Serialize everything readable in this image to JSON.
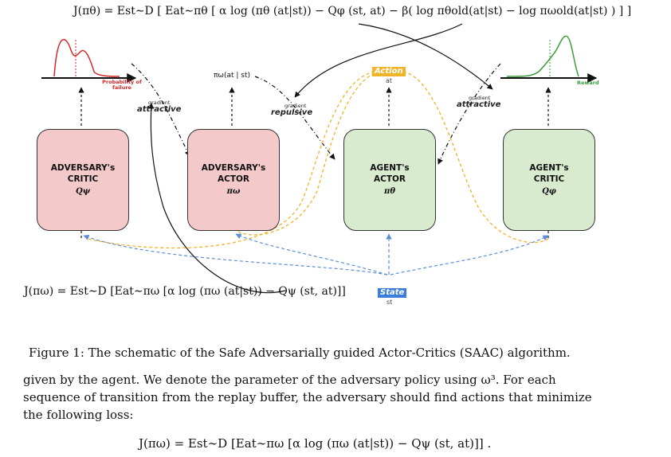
{
  "equation_top": "J(πθ) = Est∼D [ Eat∼πθ [ α log (πθ (at|st)) − Qφ (st, at) − β( log πθold(at|st) − log πωold(at|st) ) ] ]",
  "equation_mid": "J(πω) = Est∼D [Eat∼πω [α log (πω (at|st)) − Qψ (st, at)]]",
  "equation_bottom": "J(πω) = Est∼D [Eat∼πω [α log (πω (at|st)) − Qψ (st, at)]] .",
  "diagram": {
    "prob_failure": "Probability of failure",
    "reward": "Reward",
    "adv_policy_label": "πω(at | st)",
    "action_tag": "Action",
    "action_sub": "at",
    "state_tag": "State",
    "state_sub": "st",
    "gradient_word": "gradient",
    "attractive": "attractive",
    "repulsive": "repulsive",
    "boxes": {
      "adv_critic": {
        "line1": "ADVERSARY's",
        "line2": "CRITIC",
        "sym": "Qψ"
      },
      "adv_actor": {
        "line1": "ADVERSARY's",
        "line2": "ACTOR",
        "sym": "πω"
      },
      "agent_actor": {
        "line1": "AGENT's",
        "line2": "ACTOR",
        "sym": "πθ"
      },
      "agent_critic": {
        "line1": "AGENT's",
        "line2": "CRITIC",
        "sym": "Qφ"
      }
    },
    "colors": {
      "red_box": "#f3c9c9",
      "green_box": "#d8ebcf",
      "dashed_blue": "#5b8fd6",
      "dashed_orange": "#f0b429",
      "red_curve": "#d62728",
      "green_curve": "#3a9e3a"
    }
  },
  "caption": "Figure 1: The schematic of the Safe Adversarially guided Actor-Critics (SAAC) algorithm.",
  "paragraph": {
    "line1": "given by the agent. We denote the parameter of the adversary policy using ω³. For each",
    "line2": "sequence of transition from the replay buffer, the adversary should find actions that minimize",
    "line3": "the following loss:"
  }
}
